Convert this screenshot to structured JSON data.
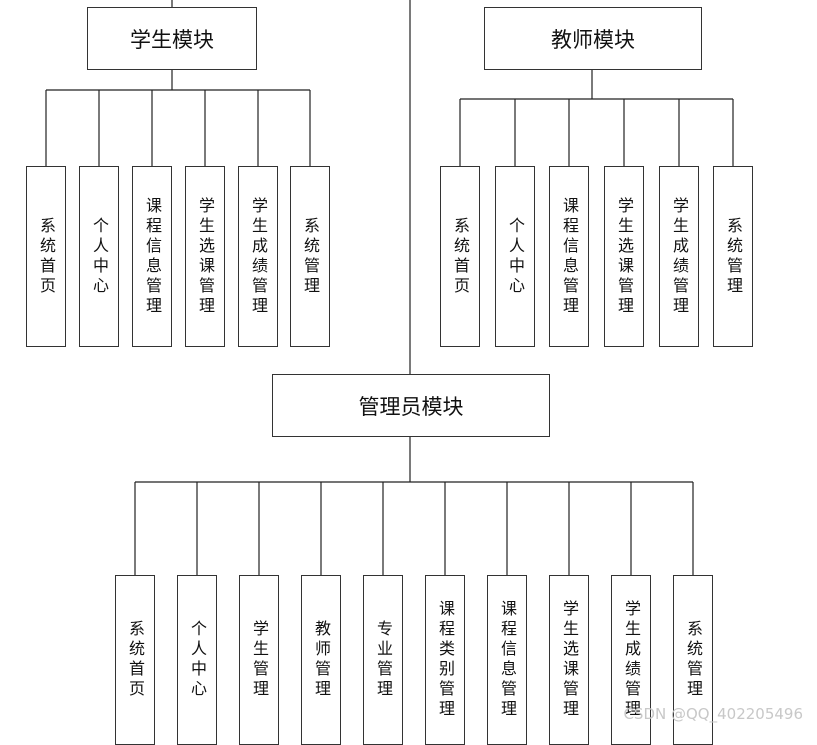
{
  "student": {
    "title": "学生模块",
    "items": [
      "系统首页",
      "个人中心",
      "课程信息管理",
      "学生选课管理",
      "学生成绩管理",
      "系统管理"
    ]
  },
  "teacher": {
    "title": "教师模块",
    "items": [
      "系统首页",
      "个人中心",
      "课程信息管理",
      "学生选课管理",
      "学生成绩管理",
      "系统管理"
    ]
  },
  "admin": {
    "title": "管理员模块",
    "items": [
      "系统首页",
      "个人中心",
      "学生管理",
      "教师管理",
      "专业管理",
      "课程类别管理",
      "课程信息管理",
      "学生选课管理",
      "学生成绩管理",
      "系统管理"
    ]
  },
  "watermark": "CSDN @QQ_402205496"
}
